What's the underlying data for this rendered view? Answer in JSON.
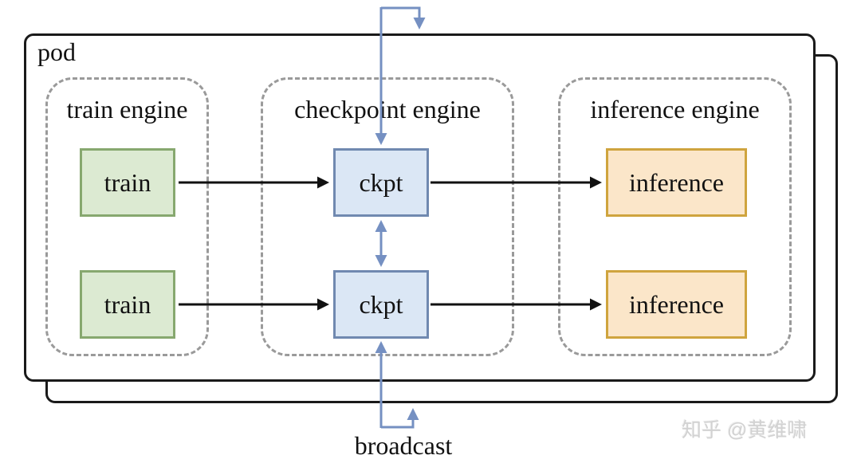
{
  "pod": {
    "label": "pod"
  },
  "engines": [
    {
      "label": "train engine",
      "boxes": [
        {
          "label": "train"
        },
        {
          "label": "train"
        }
      ]
    },
    {
      "label": "checkpoint engine",
      "boxes": [
        {
          "label": "ckpt"
        },
        {
          "label": "ckpt"
        }
      ]
    },
    {
      "label": "inference engine",
      "boxes": [
        {
          "label": "inference"
        },
        {
          "label": "inference"
        }
      ]
    }
  ],
  "broadcast": {
    "label": "broadcast"
  },
  "watermark": {
    "text": "知乎 @黄维啸"
  },
  "colors": {
    "pod-border": "#1a1a1a",
    "dash-border": "#9a9a9a",
    "train-fill": "#dcead2",
    "train-border": "#87a86f",
    "ckpt-fill": "#dbe7f5",
    "ckpt-border": "#7089b0",
    "inference-fill": "#fbe6c9",
    "inference-border": "#cfa43e",
    "arrow-black": "#111111",
    "arrow-blue": "#7590c2",
    "watermark": "#d2d2d2"
  }
}
